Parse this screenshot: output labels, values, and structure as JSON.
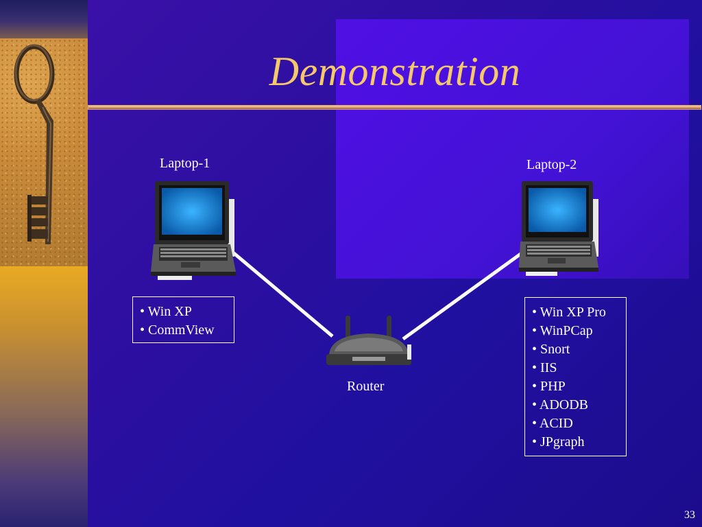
{
  "slide": {
    "title": "Demonstration",
    "page_number": "33"
  },
  "nodes": {
    "laptop1": {
      "label": "Laptop-1",
      "items": [
        "• Win XP",
        "• CommView"
      ]
    },
    "laptop2": {
      "label": "Laptop-2",
      "items": [
        "• Win XP Pro",
        "• WinPCap",
        "• Snort",
        "• IIS",
        "• PHP",
        "• ADODB",
        "• ACID",
        "• JPgraph"
      ]
    },
    "router": {
      "label": "Router"
    }
  },
  "icons": {
    "decoration": "key-icon",
    "laptop": "laptop-icon",
    "router": "router-icon"
  },
  "colors": {
    "title": "#f5c86a",
    "background": "#2a0fa0",
    "sidebar": "#e6a822",
    "text": "#ffffff"
  }
}
